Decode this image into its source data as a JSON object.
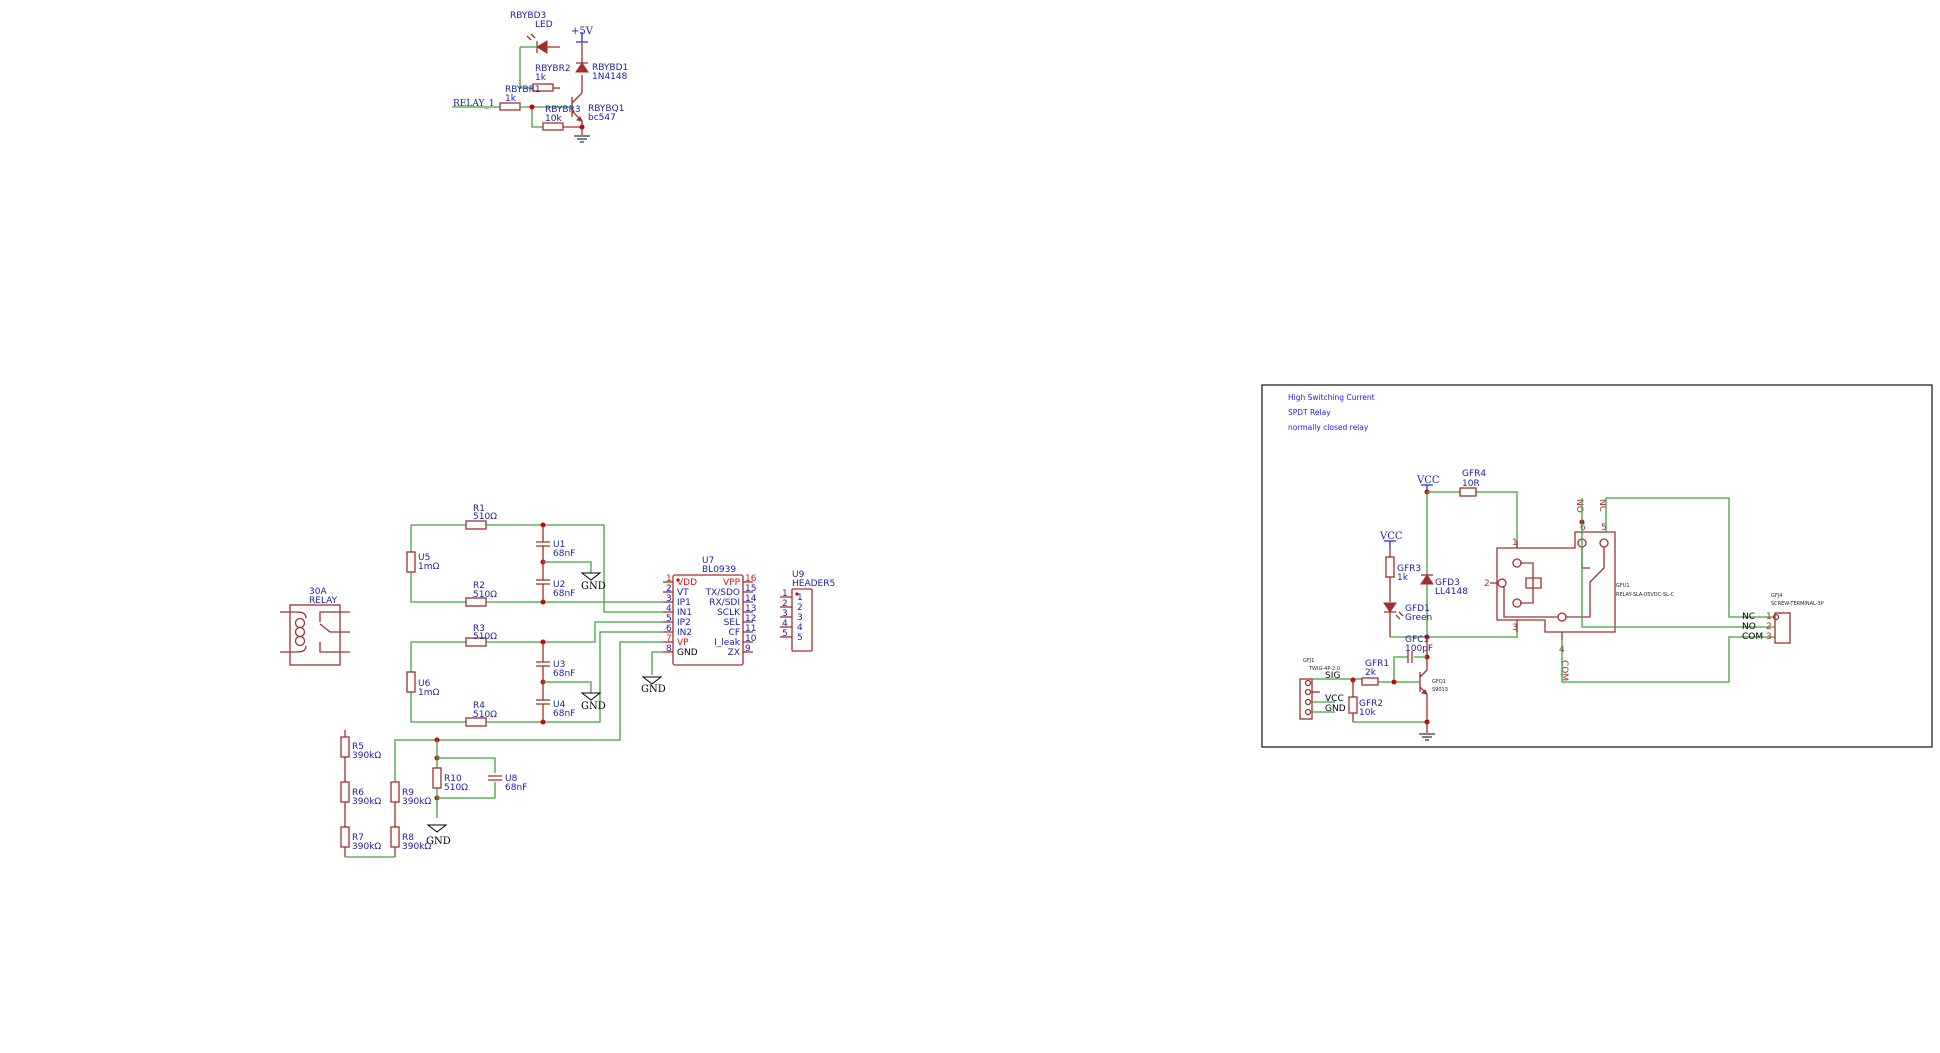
{
  "relay_driver": {
    "net_label": "RELAY_1",
    "power": "+5V",
    "led": {
      "ref": "RBYBD3",
      "value": "LED"
    },
    "diode": {
      "ref": "RBYBD1",
      "value": "1N4148"
    },
    "r_led": {
      "ref": "RBYBR2",
      "value": "1k"
    },
    "r_base": {
      "ref": "RBYBR1",
      "value": "1k"
    },
    "r_pull": {
      "ref": "RBYBR3",
      "value": "10k"
    },
    "transistor": {
      "ref": "RBYBQ1",
      "value": "bc547"
    }
  },
  "relay_30a": {
    "value": "30A",
    "label": "RELAY"
  },
  "meter": {
    "r1": {
      "ref": "R1",
      "value": "510Ω"
    },
    "r2": {
      "ref": "R2",
      "value": "510Ω"
    },
    "r3": {
      "ref": "R3",
      "value": "510Ω"
    },
    "r4": {
      "ref": "R4",
      "value": "510Ω"
    },
    "u1": {
      "ref": "U1",
      "value": "68nF"
    },
    "u2": {
      "ref": "U2",
      "value": "68nF"
    },
    "u3": {
      "ref": "U3",
      "value": "68nF"
    },
    "u4": {
      "ref": "U4",
      "value": "68nF"
    },
    "u5": {
      "ref": "U5",
      "value": "1mΩ"
    },
    "u6": {
      "ref": "U6",
      "value": "1mΩ"
    },
    "gnd": "GND",
    "ic": {
      "ref": "U7",
      "value": "BL0939",
      "left_pins": [
        {
          "num": "1",
          "name": "VDD"
        },
        {
          "num": "2",
          "name": "VT"
        },
        {
          "num": "3",
          "name": "IP1"
        },
        {
          "num": "4",
          "name": "IN1"
        },
        {
          "num": "5",
          "name": "IP2"
        },
        {
          "num": "6",
          "name": "IN2"
        },
        {
          "num": "7",
          "name": "VP"
        },
        {
          "num": "8",
          "name": "GND"
        }
      ],
      "right_pins": [
        {
          "num": "16",
          "name": "VPP"
        },
        {
          "num": "15",
          "name": "TX/SDO"
        },
        {
          "num": "14",
          "name": "RX/SDI"
        },
        {
          "num": "13",
          "name": "SCLK"
        },
        {
          "num": "12",
          "name": "SEL"
        },
        {
          "num": "11",
          "name": "CF"
        },
        {
          "num": "10",
          "name": "I_leak"
        },
        {
          "num": "9",
          "name": "ZX"
        }
      ]
    },
    "header": {
      "ref": "U9",
      "value": "HEADER5",
      "pins": [
        "1",
        "2",
        "3",
        "4",
        "5"
      ]
    },
    "divider": {
      "r5": {
        "ref": "R5",
        "value": "390kΩ"
      },
      "r6": {
        "ref": "R6",
        "value": "390kΩ"
      },
      "r7": {
        "ref": "R7",
        "value": "390kΩ"
      },
      "r8": {
        "ref": "R8",
        "value": "390kΩ"
      },
      "r9": {
        "ref": "R9",
        "value": "390kΩ"
      },
      "r10": {
        "ref": "R10",
        "value": "510Ω"
      },
      "u8": {
        "ref": "U8",
        "value": "68nF"
      }
    }
  },
  "relay_module": {
    "notes": [
      "High Switching Current",
      "SPDT Relay",
      "normally closed relay"
    ],
    "vcc": "VCC",
    "gfr4": {
      "ref": "GFR4",
      "value": "10R"
    },
    "gfr3": {
      "ref": "GFR3",
      "value": "1k"
    },
    "gfd3": {
      "ref": "GFD3",
      "value": "LL4148"
    },
    "gfd1": {
      "ref": "GFD1",
      "value": "Green"
    },
    "gfc1": {
      "ref": "GFC1",
      "value": "100pF"
    },
    "gfr1": {
      "ref": "GFR1",
      "value": "2k"
    },
    "gfr2": {
      "ref": "GFR2",
      "value": "10k"
    },
    "gfq1": {
      "ref": "GFQ1",
      "value": "S9013"
    },
    "gfj1": {
      "ref": "GFJ1",
      "value": "TWIG-4P-2.0",
      "pins": [
        "SIG",
        "VCC",
        "GND"
      ]
    },
    "gfu1": {
      "ref": "GFU1",
      "value": "RELAY-SLA-05VDC-SL-C",
      "pin_labels": [
        "NO",
        "NC",
        "COM"
      ],
      "pin_nums": [
        "1",
        "2",
        "3",
        "4",
        "5",
        "6"
      ]
    },
    "gfj4": {
      "ref": "GFJ4",
      "value": "SCREW-TERMINAL-3P",
      "pins": [
        {
          "num": "1",
          "name": "NC"
        },
        {
          "num": "2",
          "name": "NO"
        },
        {
          "num": "3",
          "name": "COM"
        }
      ]
    }
  }
}
